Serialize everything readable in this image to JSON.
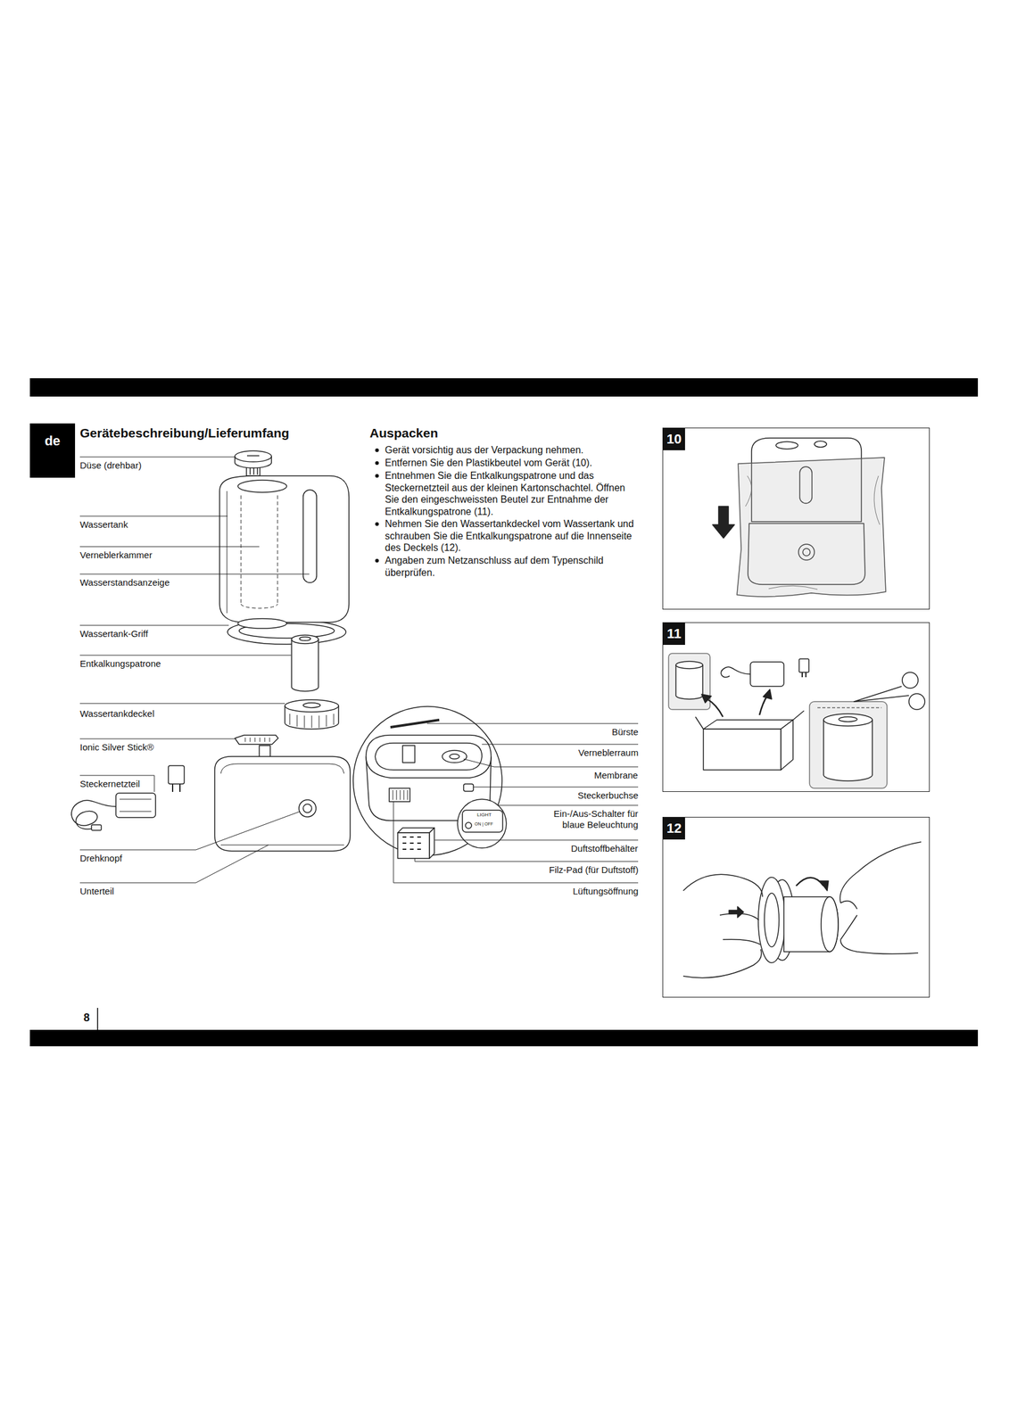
{
  "diagram": {
    "title": "Gerätebeschreibung/Lieferumfang",
    "nodes": [
      {
        "text": [
          "de"
        ]
      },
      {
        "text": [
          "10"
        ]
      },
      {
        "text": [
          "11"
        ]
      },
      {
        "text": [
          "12"
        ]
      }
    ],
    "labels": [
      "Düse (drehbar)",
      "Wassertank",
      "Verneblerkammer",
      "Wasserstandsanzeige",
      "Wassertank-Griff",
      "Entkalkungspatrone",
      "Wassertankdeckel",
      "Ionic Silver Stick®",
      "Steckernetzteil",
      "Drehknopf",
      "Unterteil",
      "Auspacken",
      "Gerät vorsichtig aus der Verpackung nehmen.",
      "Entfernen Sie den Plastikbeutel vom Gerät (10).",
      "Entnehmen Sie die Entkalkungspatrone und das Steckernetzteil aus der kleinen Kartonschachtel. Öffnen Sie den eingeschweissten Beutel zur Entnahme der Entkalkungspatrone (11).",
      "Nehmen Sie den Wassertankdeckel vom Wassertank und schrauben Sie die Entkalkungspatrone auf die Innenseite des Deckels (12).",
      "Angaben zum Netzanschluss auf dem Typenschild überprüfen.",
      "Bürste",
      "Verneblerraum",
      "Membrane",
      "Steckerbuchse",
      "Ein-/Aus-Schalter für blaue Beleuchtung",
      "LIGHT",
      "ON | OFF",
      "Duftstoffbehälter",
      "Filz-Pad (für Duftstoff)",
      "Lüftungsöffnung",
      "8"
    ]
  }
}
